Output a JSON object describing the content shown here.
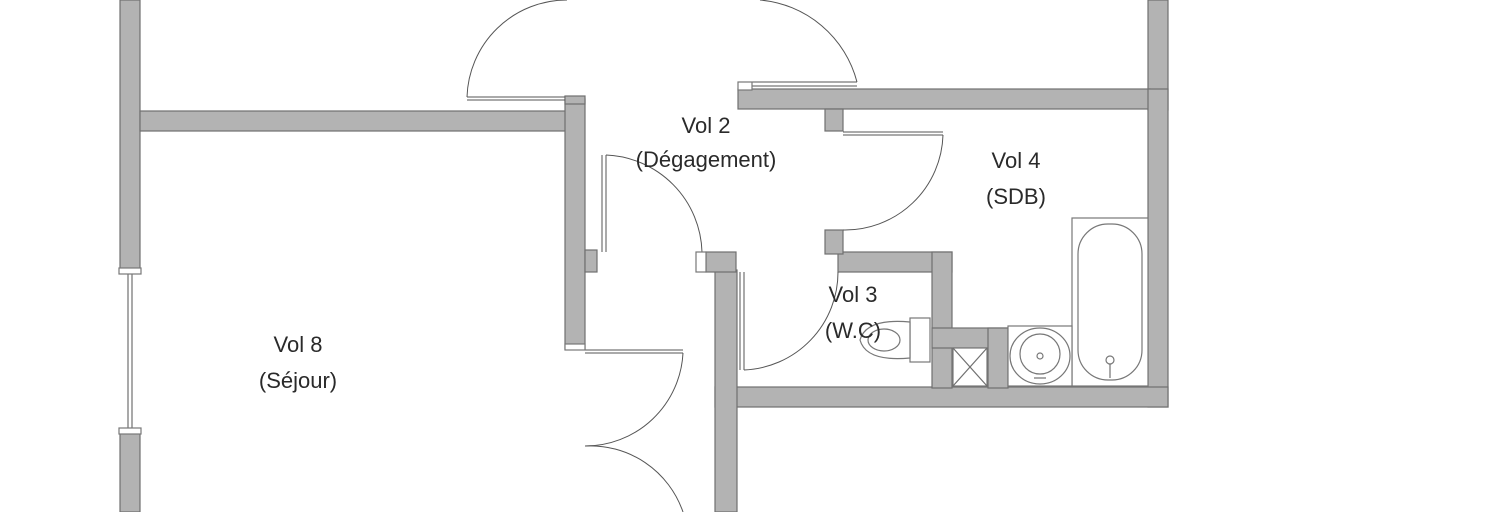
{
  "rooms": {
    "vol2": {
      "name": "Vol 2",
      "sub": "(Dégagement)"
    },
    "vol3": {
      "name": "Vol 3",
      "sub": "(W.C)"
    },
    "vol4": {
      "name": "Vol 4",
      "sub": "(SDB)"
    },
    "vol8": {
      "name": "Vol 8",
      "sub": "(Séjour)"
    }
  }
}
